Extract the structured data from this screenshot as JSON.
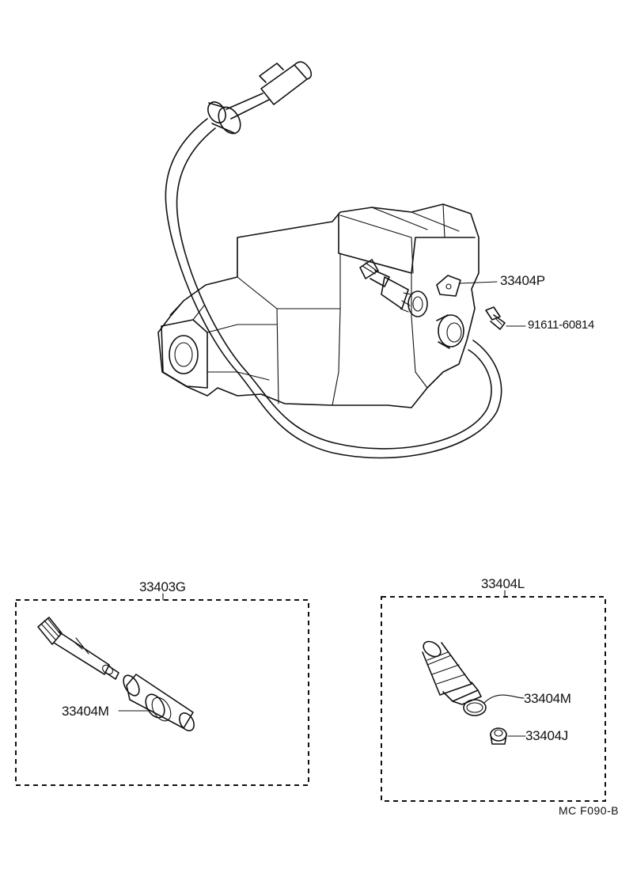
{
  "parts": {
    "p33404P": "33404P",
    "p91611": "91611-60814",
    "kit_33403G": "33403G",
    "kit_33404L": "33404L",
    "p33404M_left": "33404M",
    "p33404M_right": "33404M",
    "p33404J": "33404J"
  },
  "footer": {
    "code": "MC  F090-B"
  }
}
